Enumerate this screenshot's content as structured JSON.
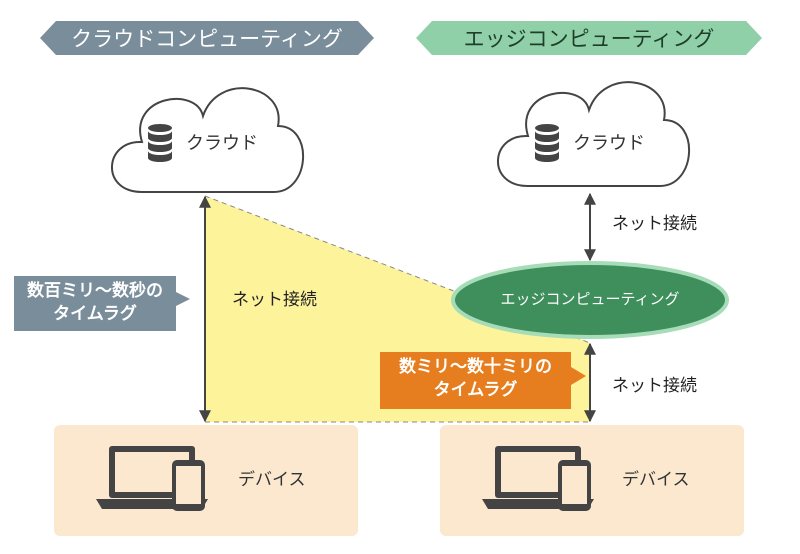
{
  "headers": {
    "left": "クラウドコンピューティング",
    "right": "エッジコンピューティング"
  },
  "left": {
    "cloud_label": "クラウド",
    "network_label": "ネット接続",
    "latency": {
      "line1": "数百ミリ〜数秒の",
      "line2": "タイムラグ"
    },
    "device_label": "デバイス"
  },
  "right": {
    "cloud_label": "クラウド",
    "network_label_top": "ネット接続",
    "edge_label": "エッジコンピューティング",
    "network_label_bottom": "ネット接続",
    "latency": {
      "line1": "数ミリ〜数十ミリの",
      "line2": "タイムラグ"
    },
    "device_label": "デバイス"
  },
  "colors": {
    "left_banner": "#7a8d9b",
    "right_banner": "#8fd0a8",
    "edge_ellipse": "#3f8f5c",
    "latency_left_box": "#7a8d9b",
    "latency_right_box": "#e67e1f",
    "latency_area": "#fdf39b",
    "device_panel": "#fbe8cf"
  },
  "icons": [
    "database-icon",
    "laptop-icon",
    "smartphone-icon"
  ]
}
